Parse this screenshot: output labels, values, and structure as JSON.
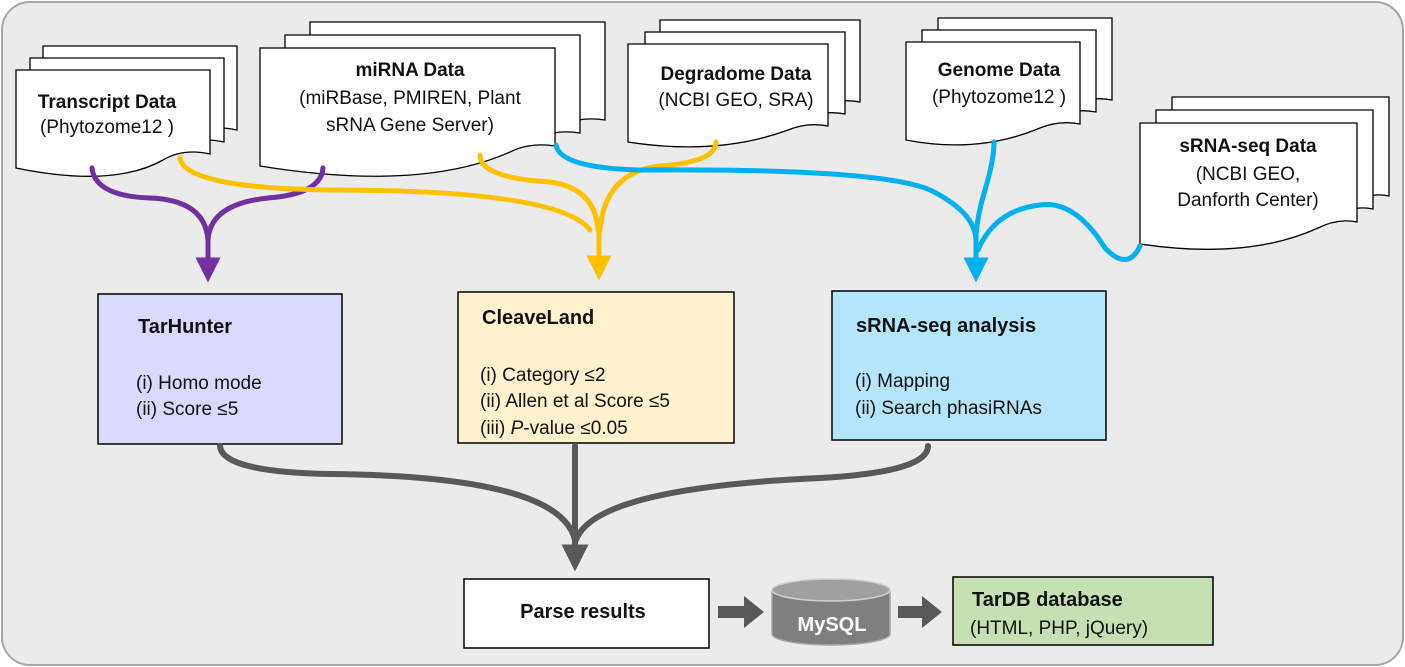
{
  "colors": {
    "background": "#ebebeb",
    "purple": "#7030a0",
    "yellow": "#ffc000",
    "blue": "#00b0f0",
    "gray": "#595959",
    "tarhunter_fill": "#d9d9ff",
    "cleaveland_fill": "#fff2cc",
    "srnaseq_fill": "#b3e5fc",
    "tardb_fill": "#c6e0b4",
    "mysql_fill": "#7f7f7f"
  },
  "sources": {
    "transcript": {
      "title": "Transcript Data",
      "line1": "(Phytozome12 )"
    },
    "mirna": {
      "title": "miRNA Data",
      "line1": "(miRBase, PMIREN, Plant",
      "line2": "sRNA Gene Server)"
    },
    "degradome": {
      "title": "Degradome Data",
      "line1": "(NCBI GEO, SRA)"
    },
    "genome": {
      "title": "Genome Data",
      "line1": "(Phytozome12 )"
    },
    "srnaseq": {
      "title": "sRNA-seq Data",
      "line1": "(NCBI GEO,",
      "line2": "Danforth Center)"
    }
  },
  "processes": {
    "tarhunter": {
      "title": "TarHunter",
      "items": [
        "(i) Homo mode",
        "(ii) Score ≤5"
      ]
    },
    "cleaveland": {
      "title": "CleaveLand",
      "item1": "(i) Category ≤2",
      "item2": "(ii) Allen et al Score ≤5",
      "item3_prefix": "(iii) ",
      "item3_italic": "P",
      "item3_suffix": "-value ≤0.05"
    },
    "srnaseq": {
      "title": "sRNA-seq analysis",
      "items": [
        "(i) Mapping",
        "(ii) Search phasiRNAs"
      ]
    }
  },
  "outputs": {
    "parse": {
      "title": "Parse results"
    },
    "mysql": {
      "label": "MySQL"
    },
    "tardb": {
      "title": "TarDB database",
      "line1": "(HTML, PHP, jQuery)"
    }
  }
}
